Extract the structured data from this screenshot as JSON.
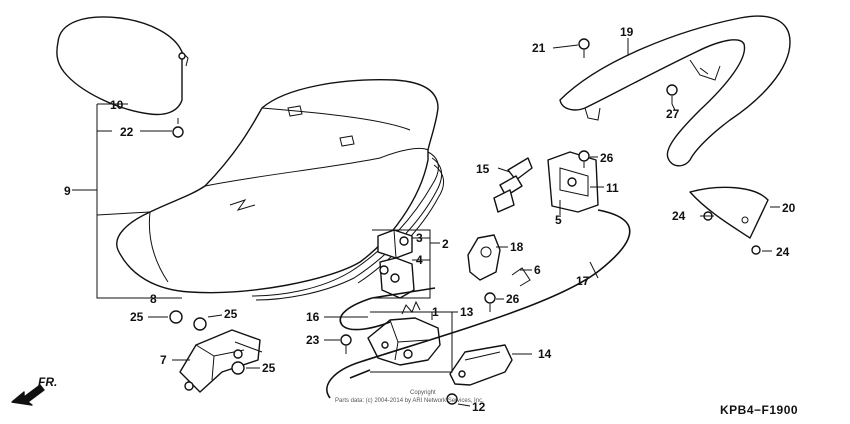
{
  "diagram": {
    "code": "KPB4−F1900",
    "direction_label": "FR.",
    "copyright_line1": "Copyright",
    "copyright_line2": "Parts data: (c) 2004-2014 by ARI Network Services, Inc.",
    "callouts": {
      "c1": "1",
      "c2": "2",
      "c3": "3",
      "c4": "4",
      "c5": "5",
      "c6": "6",
      "c7": "7",
      "c8": "8",
      "c9": "9",
      "c10": "10",
      "c11": "11",
      "c12": "12",
      "c13": "13",
      "c14": "14",
      "c15": "15",
      "c16": "16",
      "c17": "17",
      "c18": "18",
      "c19": "19",
      "c20": "20",
      "c21": "21",
      "c22": "22",
      "c23": "23",
      "c24a": "24",
      "c24b": "24",
      "c25a": "25",
      "c25b": "25",
      "c25c": "25",
      "c26a": "26",
      "c26b": "26",
      "c27": "27"
    }
  }
}
